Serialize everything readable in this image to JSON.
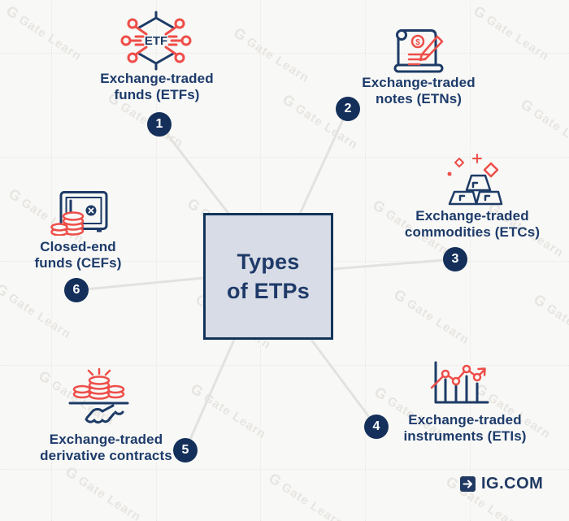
{
  "title": {
    "line1": "Types",
    "line2": "of ETPs"
  },
  "nodes": [
    {
      "number": "1",
      "label_line1": "Exchange-traded",
      "label_line2": "funds (ETFs)",
      "icon": "etf-network-icon"
    },
    {
      "number": "2",
      "label_line1": "Exchange-traded",
      "label_line2": "notes (ETNs)",
      "icon": "scroll-note-icon"
    },
    {
      "number": "3",
      "label_line1": "Exchange-traded",
      "label_line2": "commodities (ETCs)",
      "icon": "gold-bars-icon"
    },
    {
      "number": "4",
      "label_line1": "Exchange-traded",
      "label_line2": "instruments (ETIs)",
      "icon": "bar-chart-icon"
    },
    {
      "number": "5",
      "label_line1": "Exchange-traded",
      "label_line2": "derivative contracts",
      "icon": "handshake-coins-icon"
    },
    {
      "number": "6",
      "label_line1": "Closed-end",
      "label_line2": "funds (CEFs)",
      "icon": "safe-coins-icon"
    }
  ],
  "icons": {
    "etf_label": "ETF",
    "dollar_sign": "$"
  },
  "watermark": {
    "logo": "G",
    "text": "Gate Learn"
  },
  "branding": {
    "text": "IG.COM"
  },
  "colors": {
    "background": "#f8f8f6",
    "navy": "#1d3b66",
    "text_navy": "#1d3b6b",
    "red": "#ee4e49",
    "badge": "#14305a",
    "box_fill": "#d8dce6",
    "box_border": "#133459",
    "connector": "#e3e2df"
  }
}
